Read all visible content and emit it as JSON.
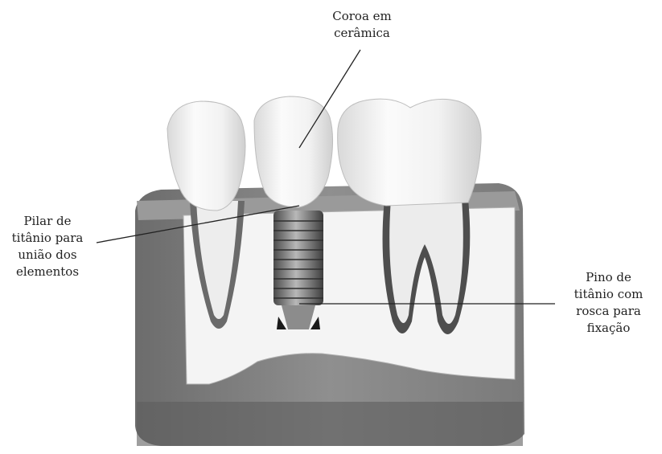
{
  "labels": {
    "crown": [
      "Coroa em",
      "cerâmica"
    ],
    "abutment": [
      "Pilar de",
      "titânio para",
      "união dos",
      "elementos"
    ],
    "screw": [
      "Pino de",
      "titânio com",
      "rosca para",
      "fixação"
    ]
  }
}
